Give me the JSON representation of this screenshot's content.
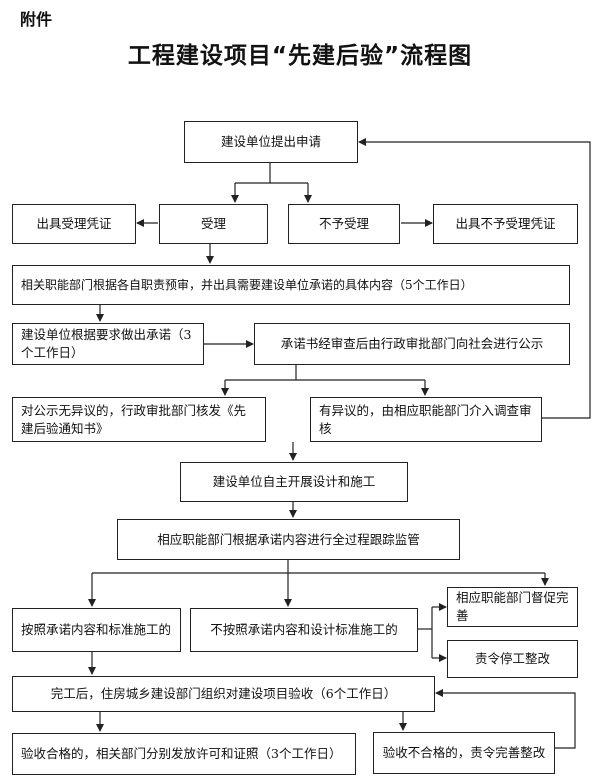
{
  "header": {
    "attachment_label": "附件",
    "title": "工程建设项目“先建后验”流程图"
  },
  "steps": {
    "apply": "建设单位提出申请",
    "issue_acceptance_cert": "出具受理凭证",
    "accept": "受理",
    "reject": "不予受理",
    "issue_rejection_cert": "出具不予受理凭证",
    "pre_review": "相关职能部门根据各自职责预审，并出具需要建设单位承诺的具体内容（5个工作日）",
    "make_commitment": "建设单位根据要求做出承诺（3个工作日）",
    "publicize": "承诺书经审查后由行政审批部门向社会进行公示",
    "no_objection": "对公示无异议的，行政审批部门核发《先建后验通知书》",
    "objection": "有异议的，由相应职能部门介入调查审核",
    "self_build": "建设单位自主开展设计和施工",
    "supervise": "相应职能部门根据承诺内容进行全过程跟踪监管",
    "compliant": "按照承诺内容和标准施工的",
    "non_compliant": "不按照承诺内容和设计标准施工的",
    "urge_fix": "相应职能部门督促完善",
    "stop_work": "责令停工整改",
    "acceptance": "完工后，住房城乡建设部门组织对建设项目验收（6个工作日）",
    "pass": "验收合格的，相关部门分别发放许可和证照（3个工作日）",
    "fail": "验收不合格的，责令完善整改"
  }
}
